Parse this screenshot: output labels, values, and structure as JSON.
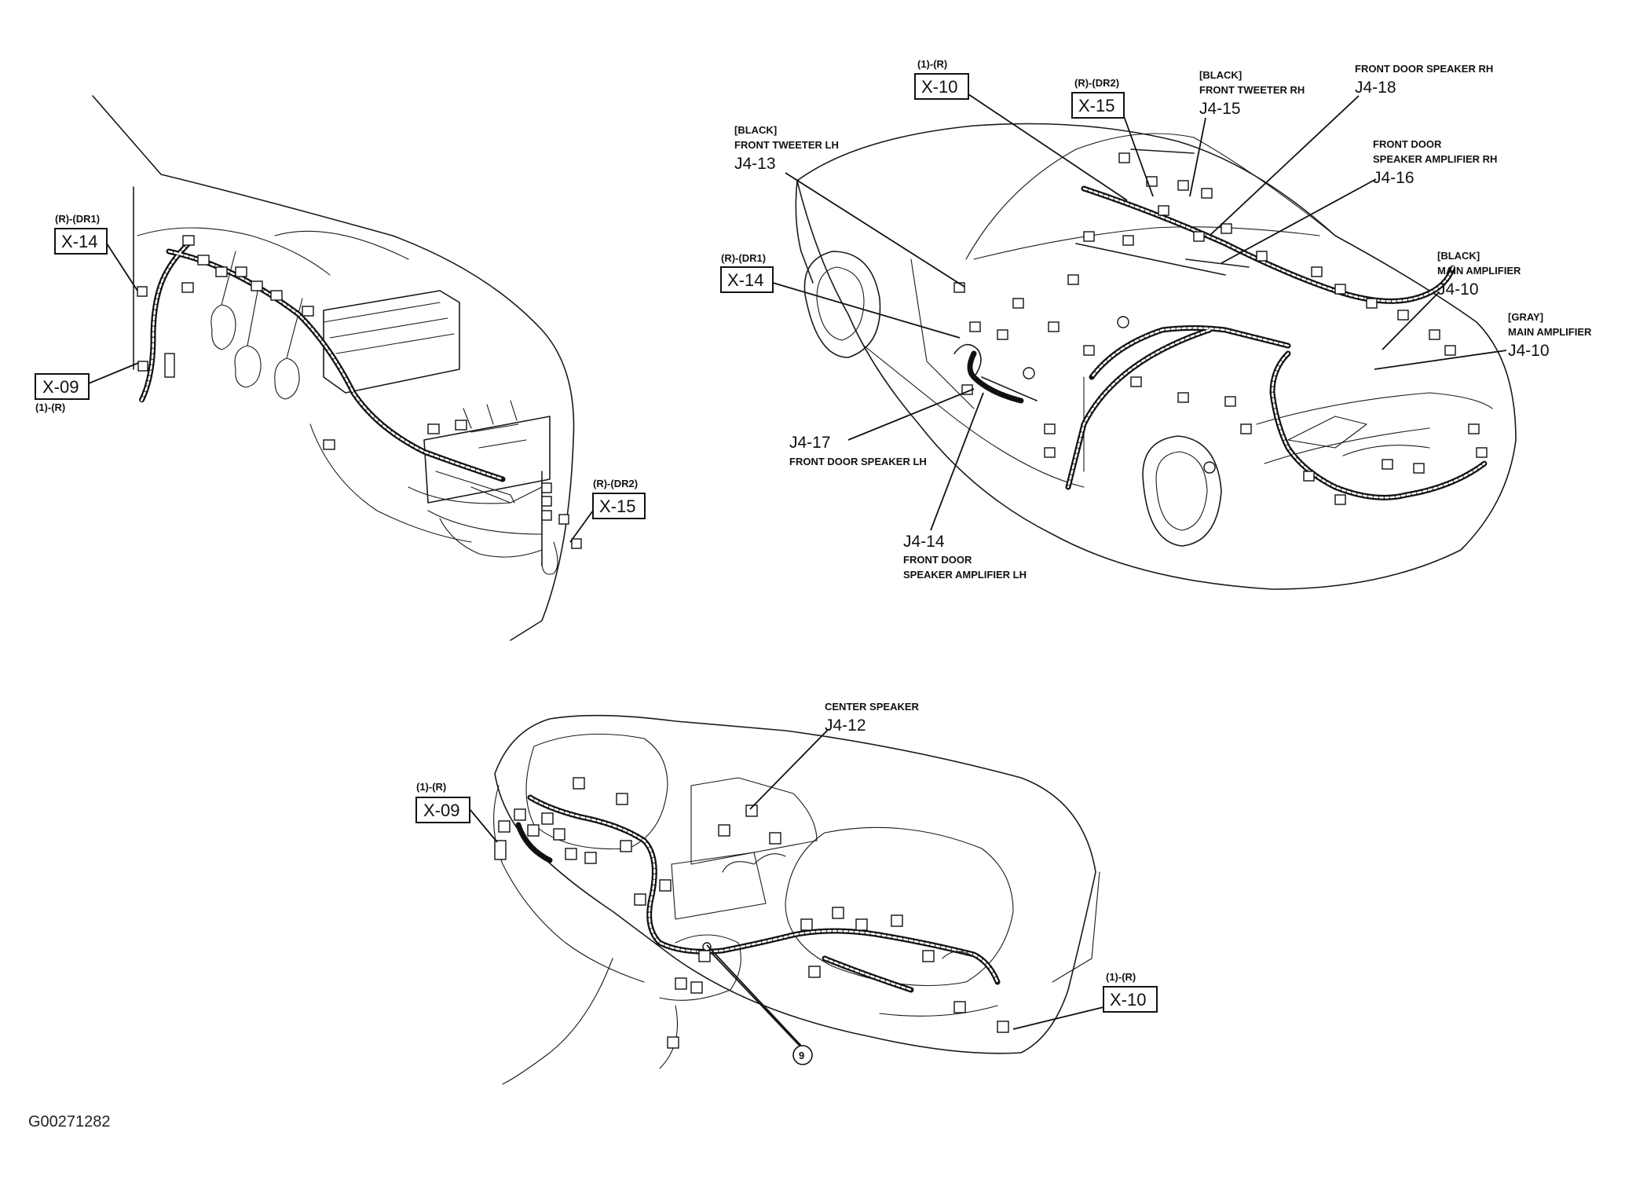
{
  "figure_id": "G00271282",
  "views": {
    "left": {
      "x14": {
        "pin": "(R)-(DR1)",
        "code": "X-14"
      },
      "x09": {
        "pin": "(1)-(R)",
        "code": "X-09"
      },
      "x15": {
        "pin": "(R)-(DR2)",
        "code": "X-15"
      }
    },
    "car": {
      "x10": {
        "pin": "(1)-(R)",
        "code": "X-10"
      },
      "x15": {
        "pin": "(R)-(DR2)",
        "code": "X-15"
      },
      "x14": {
        "pin": "(R)-(DR1)",
        "code": "X-14"
      },
      "tweeter_rh": {
        "color": "[BLACK]",
        "name": "FRONT TWEETER RH",
        "code": "J4-15"
      },
      "door_spk_rh": {
        "name": "FRONT DOOR SPEAKER RH",
        "code": "J4-18"
      },
      "tweeter_lh": {
        "color": "[BLACK]",
        "name": "FRONT TWEETER LH",
        "code": "J4-13"
      },
      "door_amp_rh": {
        "name_1": "FRONT DOOR",
        "name_2": "SPEAKER AMPLIFIER RH",
        "code": "J4-16"
      },
      "main_amp_black": {
        "color": "[BLACK]",
        "name": "MAIN AMPLIFIER",
        "code": "J4-10"
      },
      "main_amp_gray": {
        "color": "[GRAY]",
        "name": "MAIN AMPLIFIER",
        "code": "J4-10"
      },
      "door_spk_lh": {
        "code": "J4-17",
        "name": "FRONT DOOR SPEAKER LH"
      },
      "door_amp_lh": {
        "code": "J4-14",
        "name_1": "FRONT DOOR",
        "name_2": "SPEAKER AMPLIFIER LH"
      }
    },
    "dash": {
      "center_spk": {
        "name": "CENTER SPEAKER",
        "code": "J4-12"
      },
      "x09": {
        "pin": "(1)-(R)",
        "code": "X-09"
      },
      "x10": {
        "pin": "(1)-(R)",
        "code": "X-10"
      },
      "ground": {
        "label": "9"
      }
    }
  }
}
